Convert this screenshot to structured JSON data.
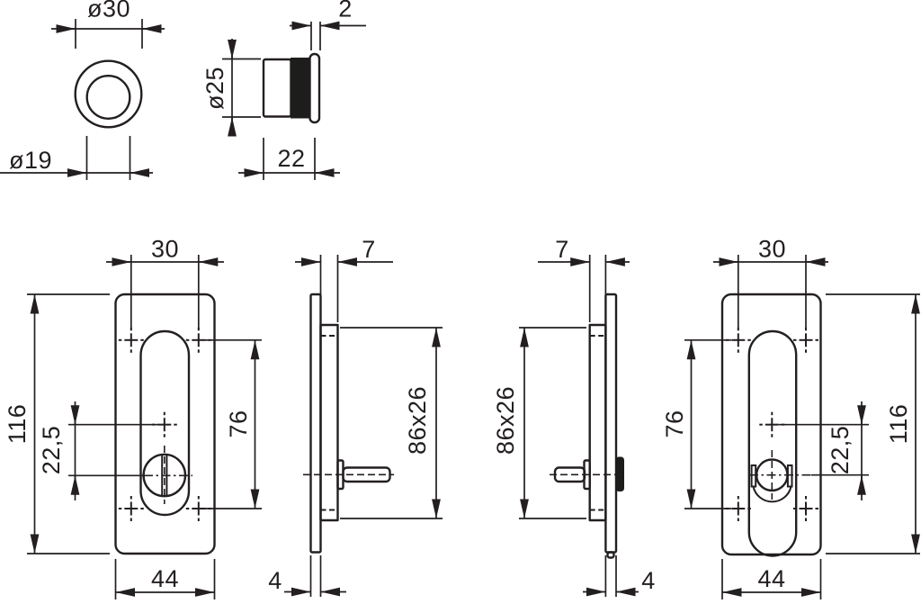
{
  "drawing": {
    "colors": {
      "line": "#231f20",
      "dark_fill": "#1d1d1b",
      "background": "#ffffff"
    },
    "views": {
      "ring_front": {
        "dim_outer": "ø30",
        "dim_inner": "ø19"
      },
      "cylinder_side": {
        "dim_collar": "2",
        "dim_diameter": "ø25",
        "dim_length": "22"
      },
      "plate_front_left": {
        "dim_hole_spacing": "30",
        "dim_height": "116",
        "dim_offset": "22,5",
        "dim_hole_pitch": "76",
        "dim_width": "44"
      },
      "plate_side_left": {
        "dim_depth": "7",
        "dim_recess": "86x26",
        "dim_thickness": "4"
      },
      "plate_side_right": {
        "dim_depth": "7",
        "dim_recess": "86x26",
        "dim_thickness": "4"
      },
      "plate_front_right": {
        "dim_hole_spacing": "30",
        "dim_height": "116",
        "dim_offset": "22,5",
        "dim_hole_pitch": "76",
        "dim_width": "44"
      }
    }
  }
}
